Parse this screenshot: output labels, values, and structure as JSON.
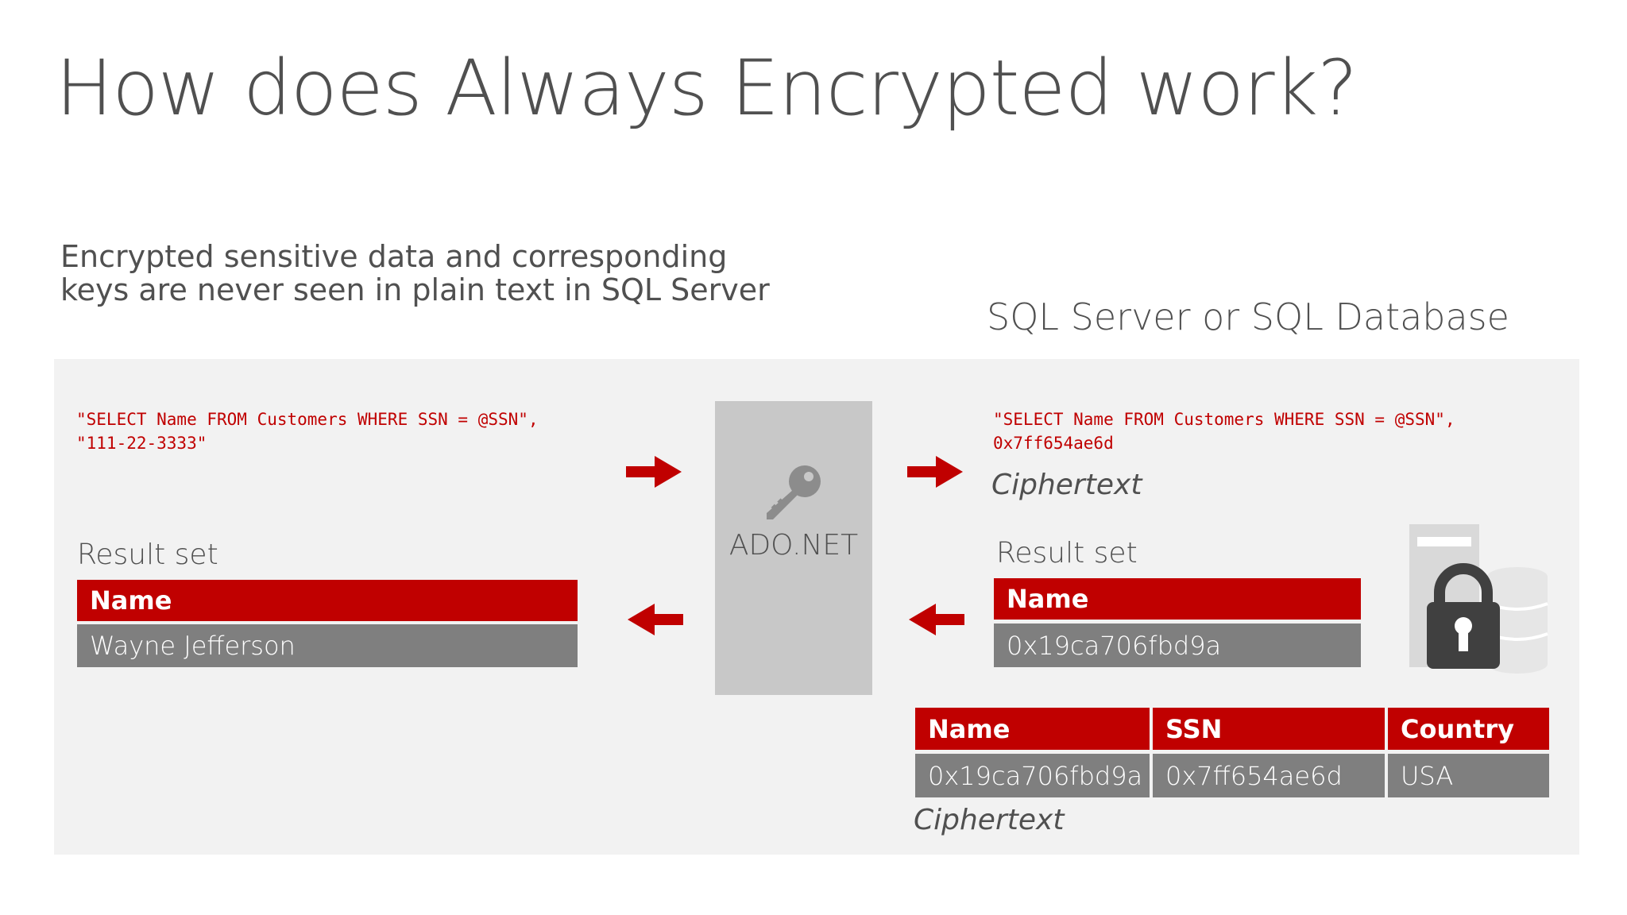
{
  "title": "How does Always Encrypted work?",
  "subtitle": {
    "line1": "Encrypted sensitive data and corresponding",
    "line2": "keys are never seen in plain text in SQL Server"
  },
  "server_heading": "SQL Server or SQL Database",
  "client_query": {
    "line1": "\"SELECT Name FROM Customers WHERE SSN = @SSN\",",
    "line2": "\"111-22-3333\""
  },
  "server_query": {
    "line1": "\"SELECT Name FROM Customers WHERE SSN = @SSN\",",
    "line2": "0x7ff654ae6d"
  },
  "ciphertext_label": "Ciphertext",
  "driver_label": "ADO.NET",
  "client_result": {
    "label": "Result set",
    "header": "Name",
    "value": "Wayne Jefferson"
  },
  "server_result": {
    "label": "Result set",
    "header": "Name",
    "value": "0x19ca706fbd9a"
  },
  "db_table": {
    "headers": [
      "Name",
      "SSN",
      "Country"
    ],
    "row": [
      "0x19ca706fbd9a",
      "0x7ff654ae6d",
      "USA"
    ]
  },
  "icons": {
    "key": "key-icon",
    "database_lock": "database-lock-icon",
    "arrow_right": "arrow-right-icon",
    "arrow_left": "arrow-left-icon"
  },
  "colors": {
    "accent_red": "#c00000",
    "cell_gray": "#7f7f7f",
    "panel_bg": "#f2f2f2",
    "driver_box": "#c8c8c8"
  }
}
